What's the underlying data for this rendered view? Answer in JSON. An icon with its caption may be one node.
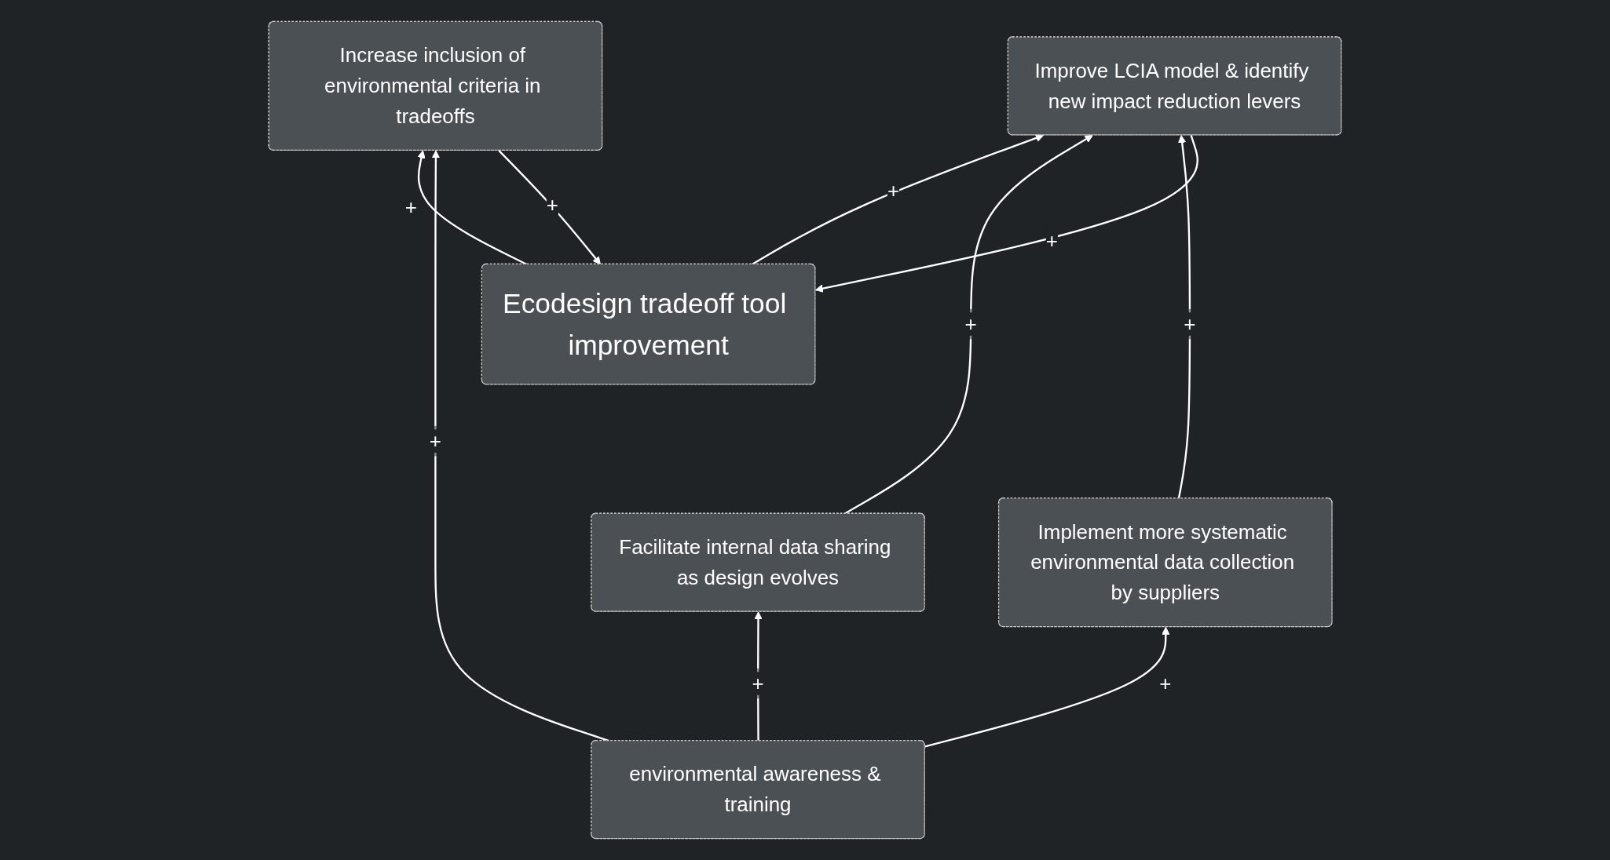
{
  "diagram": {
    "nodes": [
      {
        "text": [
          "Ecodesign tradeoff tool improvement"
        ]
      },
      {
        "text": [
          "Increase inclusion of environmental criteria in tradeoffs"
        ]
      },
      {
        "text": [
          "Improve LCIA model & identify new impact reduction levers"
        ]
      },
      {
        "text": [
          "Facilitate internal data sharing as design evolves"
        ]
      },
      {
        "text": [
          "Implement more systematic environmental data collection by suppliers"
        ]
      },
      {
        "text": [
          "environmental awareness & training"
        ]
      }
    ],
    "edges": [
      {
        "from": 1,
        "to": 0,
        "arrow": "to",
        "label": "+"
      },
      {
        "from": 0,
        "to": 1,
        "arrow": "to",
        "label": "+"
      },
      {
        "from": 0,
        "to": 2,
        "arrow": "to",
        "label": "+"
      },
      {
        "from": 2,
        "to": 0,
        "arrow": "to",
        "label": "+"
      },
      {
        "from": 3,
        "to": 2,
        "arrow": "to",
        "label": "+"
      },
      {
        "from": 4,
        "to": 2,
        "arrow": "to",
        "label": "+"
      },
      {
        "from": 5,
        "to": 1,
        "arrow": "to",
        "label": "+"
      },
      {
        "from": 5,
        "to": 3,
        "arrow": "to",
        "label": "+"
      },
      {
        "from": 5,
        "to": 4,
        "arrow": "to",
        "label": "+"
      }
    ]
  }
}
